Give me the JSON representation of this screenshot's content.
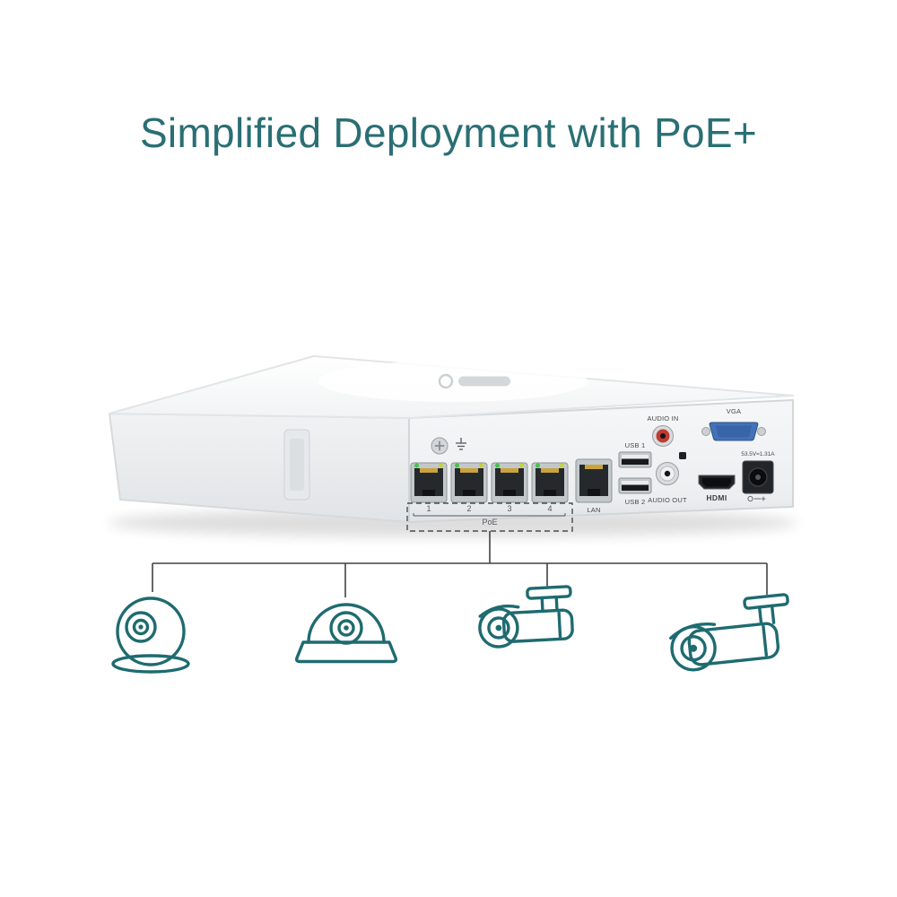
{
  "title": "Simplified Deployment with PoE+",
  "colors": {
    "title_text": "#2a6f74",
    "camera_outline": "#1e6b70",
    "connector_line": "#3f4245",
    "audio_in_red": "#c13b33",
    "vga_blue": "#4273b8"
  },
  "device": {
    "labels": {
      "poe_port_numbers": [
        "1",
        "2",
        "3",
        "4"
      ],
      "poe_group": "PoE",
      "lan": "LAN",
      "usb1": "USB 1",
      "usb2": "USB 2",
      "audio_in": "AUDIO IN",
      "audio_out": "AUDIO OUT",
      "vga": "VGA",
      "hdmi": "HDMI",
      "power_rating": "53.5V=1.31A"
    }
  },
  "camera_icons": [
    "dome-camera",
    "turret-camera",
    "bullet-camera-small",
    "bullet-camera-large"
  ]
}
